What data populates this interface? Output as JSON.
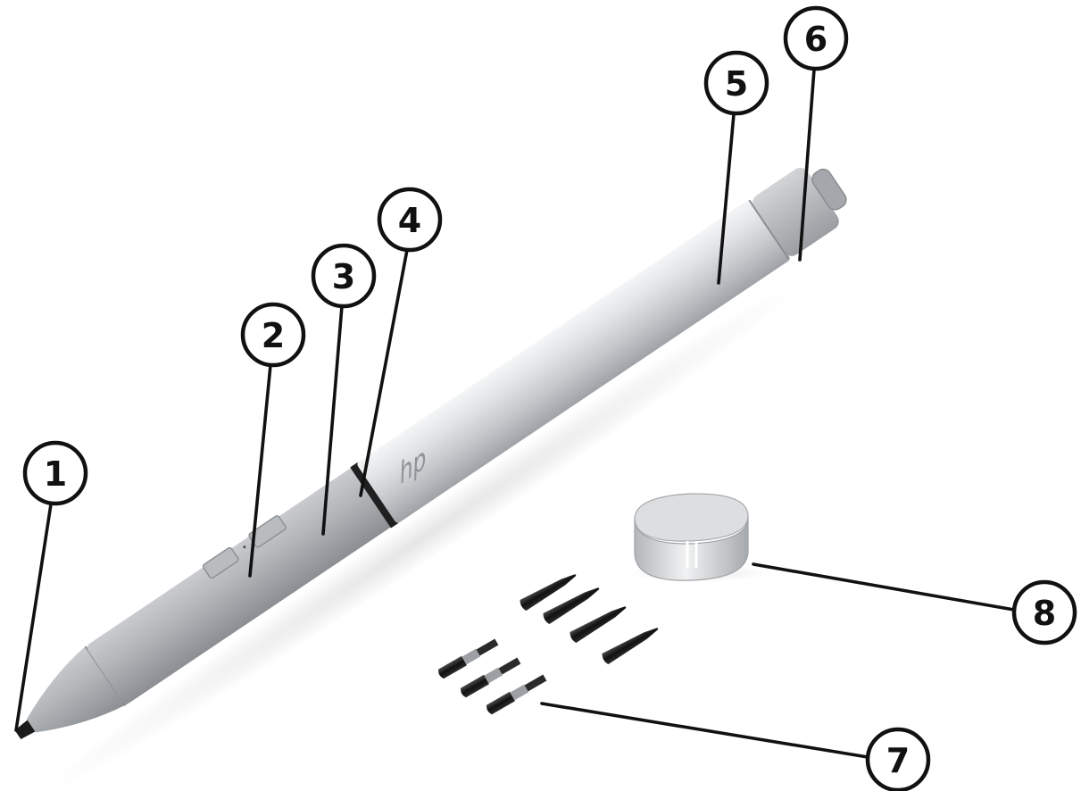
{
  "figure": {
    "subject": "HP active pen with callouts",
    "brand_logo_text": "hp",
    "callouts": [
      {
        "id": "1",
        "label": "1"
      },
      {
        "id": "2",
        "label": "2"
      },
      {
        "id": "3",
        "label": "3"
      },
      {
        "id": "4",
        "label": "4"
      },
      {
        "id": "5",
        "label": "5"
      },
      {
        "id": "6",
        "label": "6"
      },
      {
        "id": "7",
        "label": "7"
      },
      {
        "id": "8",
        "label": "8"
      }
    ]
  },
  "colors": {
    "callout_stroke": "#111111",
    "pen_body_light": "#eef0f2",
    "pen_body_mid": "#c8cbce",
    "pen_grip": "#a8abae",
    "nib_dark": "#1b1b1b",
    "background": "#ffffff"
  },
  "icons": {
    "pen": "stylus-pen",
    "tips": "replacement-pen-tips",
    "clip": "pen-clip-ring"
  }
}
